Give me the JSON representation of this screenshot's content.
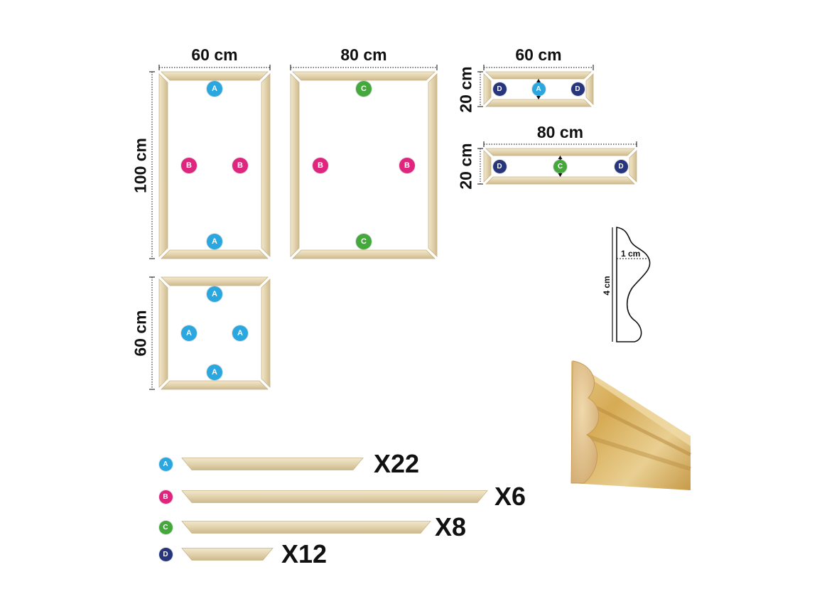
{
  "colors": {
    "A": "#2aa7df",
    "B": "#e0257f",
    "C": "#45a83c",
    "D": "#26357c",
    "wood_light": "#eadfc2",
    "wood_dark": "#c9b48b"
  },
  "frames": [
    {
      "id": "frame-60x100",
      "width_label": "60 cm",
      "height_label": "100 cm",
      "badges": [
        {
          "letter": "A",
          "pos": "top"
        },
        {
          "letter": "A",
          "pos": "bottom"
        },
        {
          "letter": "B",
          "pos": "left"
        },
        {
          "letter": "B",
          "pos": "right"
        }
      ]
    },
    {
      "id": "frame-80x100",
      "width_label": "80 cm",
      "badges": [
        {
          "letter": "C",
          "pos": "top"
        },
        {
          "letter": "C",
          "pos": "bottom"
        },
        {
          "letter": "B",
          "pos": "left"
        },
        {
          "letter": "B",
          "pos": "right"
        }
      ]
    },
    {
      "id": "frame-60x20",
      "width_label": "60 cm",
      "height_label": "20 cm",
      "badges": [
        {
          "letter": "D",
          "pos": "left"
        },
        {
          "letter": "A",
          "pos": "center"
        },
        {
          "letter": "D",
          "pos": "right"
        }
      ]
    },
    {
      "id": "frame-80x20",
      "width_label": "80 cm",
      "height_label": "20 cm",
      "badges": [
        {
          "letter": "D",
          "pos": "left"
        },
        {
          "letter": "C",
          "pos": "center"
        },
        {
          "letter": "D",
          "pos": "right"
        }
      ]
    },
    {
      "id": "frame-60x60",
      "height_label": "60 cm",
      "badges": [
        {
          "letter": "A",
          "pos": "top"
        },
        {
          "letter": "A",
          "pos": "bottom"
        },
        {
          "letter": "A",
          "pos": "left"
        },
        {
          "letter": "A",
          "pos": "right"
        }
      ]
    }
  ],
  "profile": {
    "depth_label": "1 cm",
    "height_label": "4 cm"
  },
  "parts": [
    {
      "letter": "A",
      "quantity": "X22"
    },
    {
      "letter": "B",
      "quantity": "X6"
    },
    {
      "letter": "C",
      "quantity": "X8"
    },
    {
      "letter": "D",
      "quantity": "X12"
    }
  ]
}
